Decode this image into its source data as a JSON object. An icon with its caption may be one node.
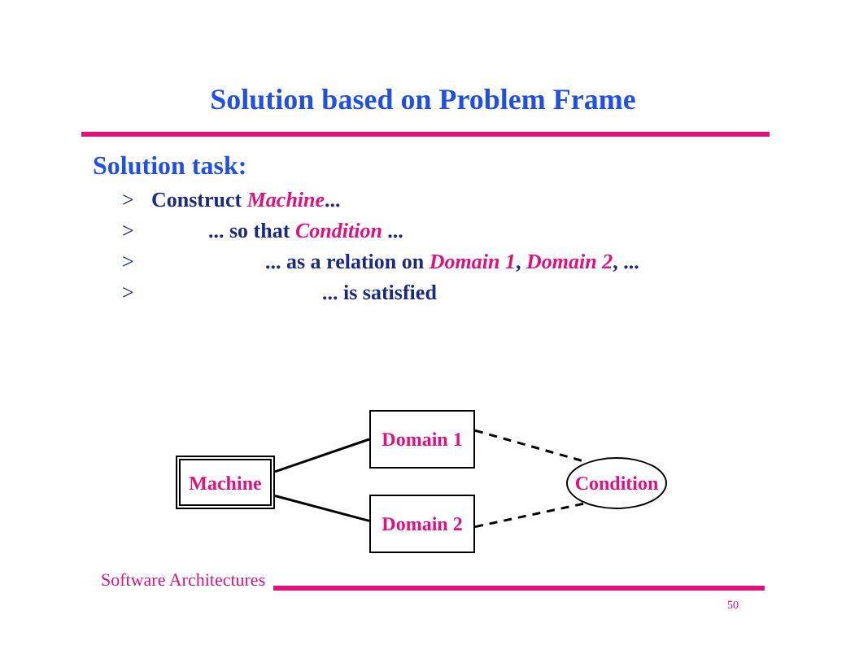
{
  "diagram": {
    "title": "Solution based on Problem Frame",
    "nodes": [
      {
        "text": [
          "Machine"
        ]
      },
      {
        "text": [
          "Domain 1"
        ]
      },
      {
        "text": [
          "Domain 2"
        ]
      },
      {
        "text": [
          "Condition"
        ]
      }
    ],
    "edges": [
      {
        "from": 0,
        "to": 1,
        "arrow": "none"
      },
      {
        "from": 0,
        "to": 2,
        "arrow": "none"
      },
      {
        "from": 1,
        "to": 3,
        "arrow": "none",
        "style": "dashed"
      },
      {
        "from": 2,
        "to": 3,
        "arrow": "none",
        "style": "dashed"
      }
    ],
    "labels": [
      "Solution task:",
      ">",
      "Construct *Machine*...",
      ">",
      "... so that *Condition* ...",
      ">",
      "... as a relation on *Domain 1*, *Domain 2*, ...",
      ">",
      "... is satisfied",
      "Software Architectures",
      "50"
    ]
  }
}
